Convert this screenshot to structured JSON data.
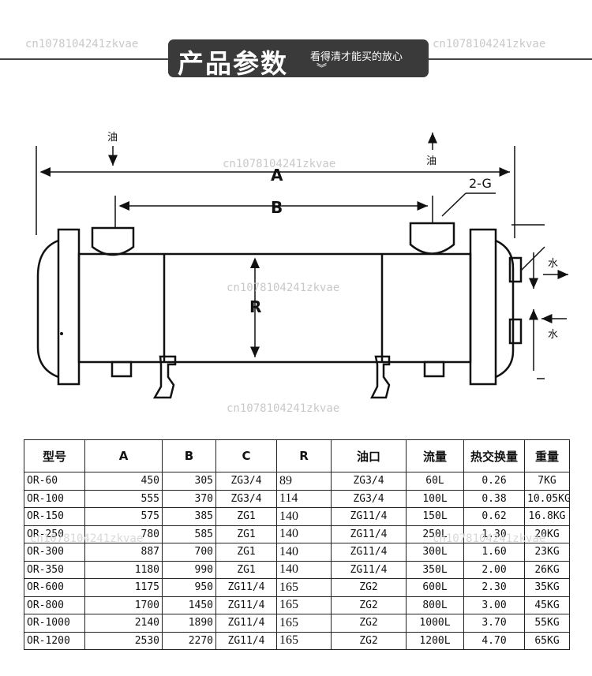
{
  "banner": {
    "title": "产品参数",
    "subtitle": "看得清才能买的放心",
    "chevron": "︾"
  },
  "watermark": "cn1078104241zkvae",
  "diagram": {
    "label_oil_in": "油",
    "label_oil_out": "油",
    "label_A": "A",
    "label_B": "B",
    "label_R": "R",
    "label_2G": "2-G",
    "label_water_top": "水",
    "label_water_bottom": "水"
  },
  "table": {
    "headers": [
      "型号",
      "A",
      "B",
      "C",
      "R",
      "油口",
      "流量",
      "热交换量",
      "重量"
    ],
    "rows": [
      [
        "OR-60",
        "450",
        "305",
        "ZG3/4",
        "89",
        "ZG3/4",
        "60L",
        "0.26",
        "7KG"
      ],
      [
        "OR-100",
        "555",
        "370",
        "ZG3/4",
        "114",
        "ZG3/4",
        "100L",
        "0.38",
        "10.05KG"
      ],
      [
        "OR-150",
        "575",
        "385",
        "ZG1",
        "140",
        "ZG11/4",
        "150L",
        "0.62",
        "16.8KG"
      ],
      [
        "OR-250",
        "780",
        "585",
        "ZG1",
        "140",
        "ZG11/4",
        "250L",
        "1.30",
        "20KG"
      ],
      [
        "OR-300",
        "887",
        "700",
        "ZG1",
        "140",
        "ZG11/4",
        "300L",
        "1.60",
        "23KG"
      ],
      [
        "OR-350",
        "1180",
        "990",
        "ZG1",
        "140",
        "ZG11/4",
        "350L",
        "2.00",
        "26KG"
      ],
      [
        "OR-600",
        "1175",
        "950",
        "ZG11/4",
        "165",
        "ZG2",
        "600L",
        "2.30",
        "35KG"
      ],
      [
        "OR-800",
        "1700",
        "1450",
        "ZG11/4",
        "165",
        "ZG2",
        "800L",
        "3.00",
        "45KG"
      ],
      [
        "OR-1000",
        "2140",
        "1890",
        "ZG11/4",
        "165",
        "ZG2",
        "1000L",
        "3.70",
        "55KG"
      ],
      [
        "OR-1200",
        "2530",
        "2270",
        "ZG11/4",
        "165",
        "ZG2",
        "1200L",
        "4.70",
        "65KG"
      ]
    ]
  }
}
